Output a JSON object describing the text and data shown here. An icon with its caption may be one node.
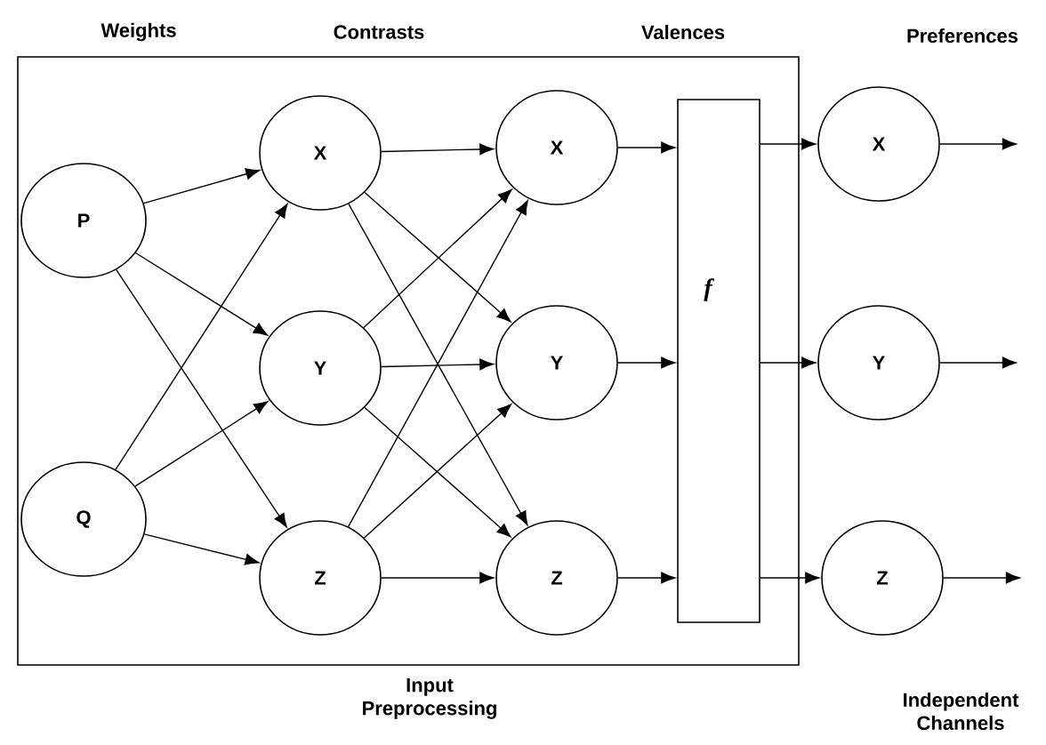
{
  "diagram": {
    "nodes": [
      {
        "text": [
          "Input Preprocessing"
        ]
      },
      {
        "text": [
          "P"
        ],
        "in": 0
      },
      {
        "text": [
          "Q"
        ],
        "in": 0
      },
      {
        "text": [
          "X"
        ],
        "in": 0
      },
      {
        "text": [
          "Y"
        ],
        "in": 0
      },
      {
        "text": [
          "Z"
        ],
        "in": 0
      },
      {
        "text": [
          "X"
        ],
        "in": 0
      },
      {
        "text": [
          "Y"
        ],
        "in": 0
      },
      {
        "text": [
          "Z"
        ],
        "in": 0
      },
      {
        "text": [
          "f"
        ],
        "in": 0
      },
      {
        "text": [
          "X"
        ]
      },
      {
        "text": [
          "Y"
        ]
      },
      {
        "text": [
          "Z"
        ]
      }
    ],
    "edges": [
      {
        "from": 1,
        "to": 3,
        "arrow": "to"
      },
      {
        "from": 1,
        "to": 4,
        "arrow": "to"
      },
      {
        "from": 1,
        "to": 5,
        "arrow": "to"
      },
      {
        "from": 2,
        "to": 3,
        "arrow": "to"
      },
      {
        "from": 2,
        "to": 4,
        "arrow": "to"
      },
      {
        "from": 2,
        "to": 5,
        "arrow": "to"
      },
      {
        "from": 3,
        "to": 6,
        "arrow": "to"
      },
      {
        "from": 3,
        "to": 7,
        "arrow": "to"
      },
      {
        "from": 3,
        "to": 8,
        "arrow": "to"
      },
      {
        "from": 4,
        "to": 6,
        "arrow": "to"
      },
      {
        "from": 4,
        "to": 7,
        "arrow": "to"
      },
      {
        "from": 4,
        "to": 8,
        "arrow": "to"
      },
      {
        "from": 5,
        "to": 6,
        "arrow": "to"
      },
      {
        "from": 5,
        "to": 7,
        "arrow": "to"
      },
      {
        "from": 5,
        "to": 8,
        "arrow": "to"
      },
      {
        "from": 6,
        "to": 9,
        "arrow": "to"
      },
      {
        "from": 7,
        "to": 9,
        "arrow": "to"
      },
      {
        "from": 8,
        "to": 9,
        "arrow": "to"
      },
      {
        "from": 9,
        "to": 10,
        "arrow": "to"
      },
      {
        "from": 9,
        "to": 11,
        "arrow": "to"
      },
      {
        "from": 9,
        "to": 12,
        "arrow": "to"
      },
      {
        "from": 10,
        "to": null,
        "arrow": "to"
      },
      {
        "from": 11,
        "to": null,
        "arrow": "to"
      },
      {
        "from": 12,
        "to": null,
        "arrow": "to"
      }
    ],
    "labels": [
      "Weights",
      "Contrasts",
      "Valences",
      "Preferences",
      "Independent Channels"
    ]
  }
}
